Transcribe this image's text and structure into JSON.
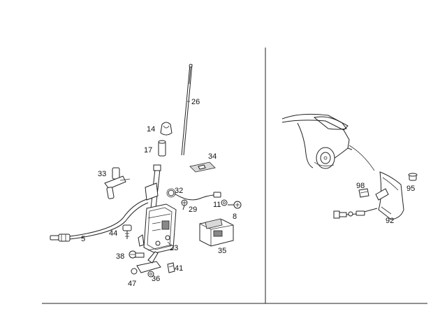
{
  "labels": {
    "p26": "26",
    "p14": "14",
    "p17": "17",
    "p34": "34",
    "p33": "33",
    "p32": "32",
    "p11": "11",
    "p29": "29",
    "p8": "8",
    "p5": "5",
    "p44": "44",
    "p23": "23",
    "p35": "35",
    "p38": "38",
    "p41": "41",
    "p47": "47",
    "p36": "36",
    "p98": "98",
    "p95": "95",
    "p92": "92"
  }
}
